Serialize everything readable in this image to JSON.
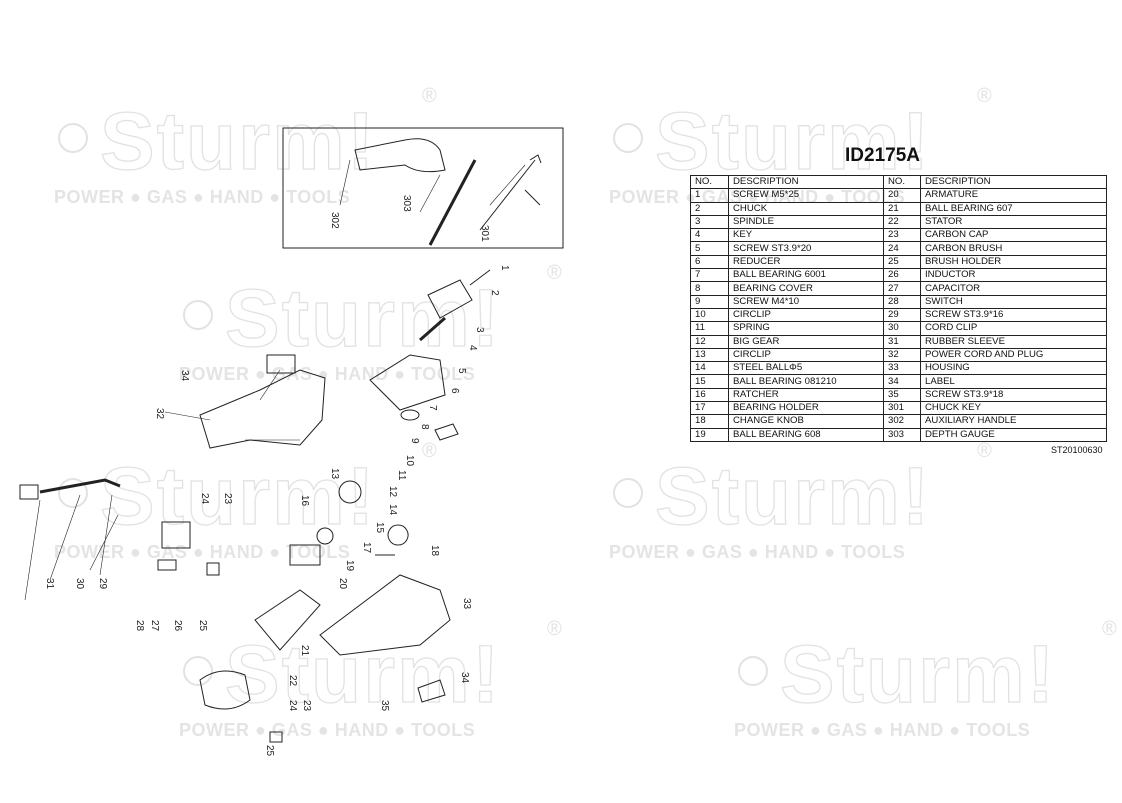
{
  "watermark": {
    "logo": "Sturm!",
    "registered": "®",
    "tagline": "POWER ● GAS ● HAND ● TOOLS"
  },
  "model": "ID2175A",
  "table": {
    "headers": {
      "no": "NO.",
      "description": "DESCRIPTION"
    },
    "left": [
      [
        "1",
        "SCREW M5*25"
      ],
      [
        "2",
        "CHUCK"
      ],
      [
        "3",
        "SPINDLE"
      ],
      [
        "4",
        "KEY"
      ],
      [
        "5",
        "SCREW ST3.9*20"
      ],
      [
        "6",
        "REDUCER"
      ],
      [
        "7",
        "BALL BEARING 6001"
      ],
      [
        "8",
        "BEARING COVER"
      ],
      [
        "9",
        "SCREW M4*10"
      ],
      [
        "10",
        "CIRCLIP"
      ],
      [
        "11",
        "SPRING"
      ],
      [
        "12",
        "BIG GEAR"
      ],
      [
        "13",
        "CIRCLIP"
      ],
      [
        "14",
        "STEEL BALLΦ5"
      ],
      [
        "15",
        "BALL BEARING 081210"
      ],
      [
        "16",
        "RATCHER"
      ],
      [
        "17",
        "BEARING HOLDER"
      ],
      [
        "18",
        "CHANGE KNOB"
      ],
      [
        "19",
        "BALL BEARING 608"
      ]
    ],
    "right": [
      [
        "20",
        "ARMATURE"
      ],
      [
        "21",
        "BALL BEARING 607"
      ],
      [
        "22",
        "STATOR"
      ],
      [
        "23",
        "CARBON CAP"
      ],
      [
        "24",
        "CARBON BRUSH"
      ],
      [
        "25",
        "BRUSH HOLDER"
      ],
      [
        "26",
        "INDUCTOR"
      ],
      [
        "27",
        "CAPACITOR"
      ],
      [
        "28",
        "SWITCH"
      ],
      [
        "29",
        "SCREW ST3.9*16"
      ],
      [
        "30",
        "CORD CLIP"
      ],
      [
        "31",
        "RUBBER SLEEVE"
      ],
      [
        "32",
        "POWER CORD AND PLUG"
      ],
      [
        "33",
        "HOUSING"
      ],
      [
        "34",
        "LABEL"
      ],
      [
        "35",
        "SCREW ST3.9*18"
      ],
      [
        "301",
        "CHUCK KEY"
      ],
      [
        "302",
        "AUXILIARY HANDLE"
      ],
      [
        "303",
        "DEPTH GAUGE"
      ]
    ]
  },
  "doc_code": "ST20100630",
  "callouts": [
    "302",
    "303",
    "301",
    "1",
    "2",
    "3",
    "4",
    "5",
    "6",
    "7",
    "8",
    "9",
    "10",
    "11",
    "12",
    "14",
    "13",
    "16",
    "15",
    "17",
    "18",
    "19",
    "20",
    "34",
    "32",
    "24",
    "23",
    "31",
    "30",
    "29",
    "28",
    "27",
    "26",
    "25",
    "33",
    "21",
    "22",
    "24",
    "23",
    "35",
    "34",
    "25"
  ]
}
